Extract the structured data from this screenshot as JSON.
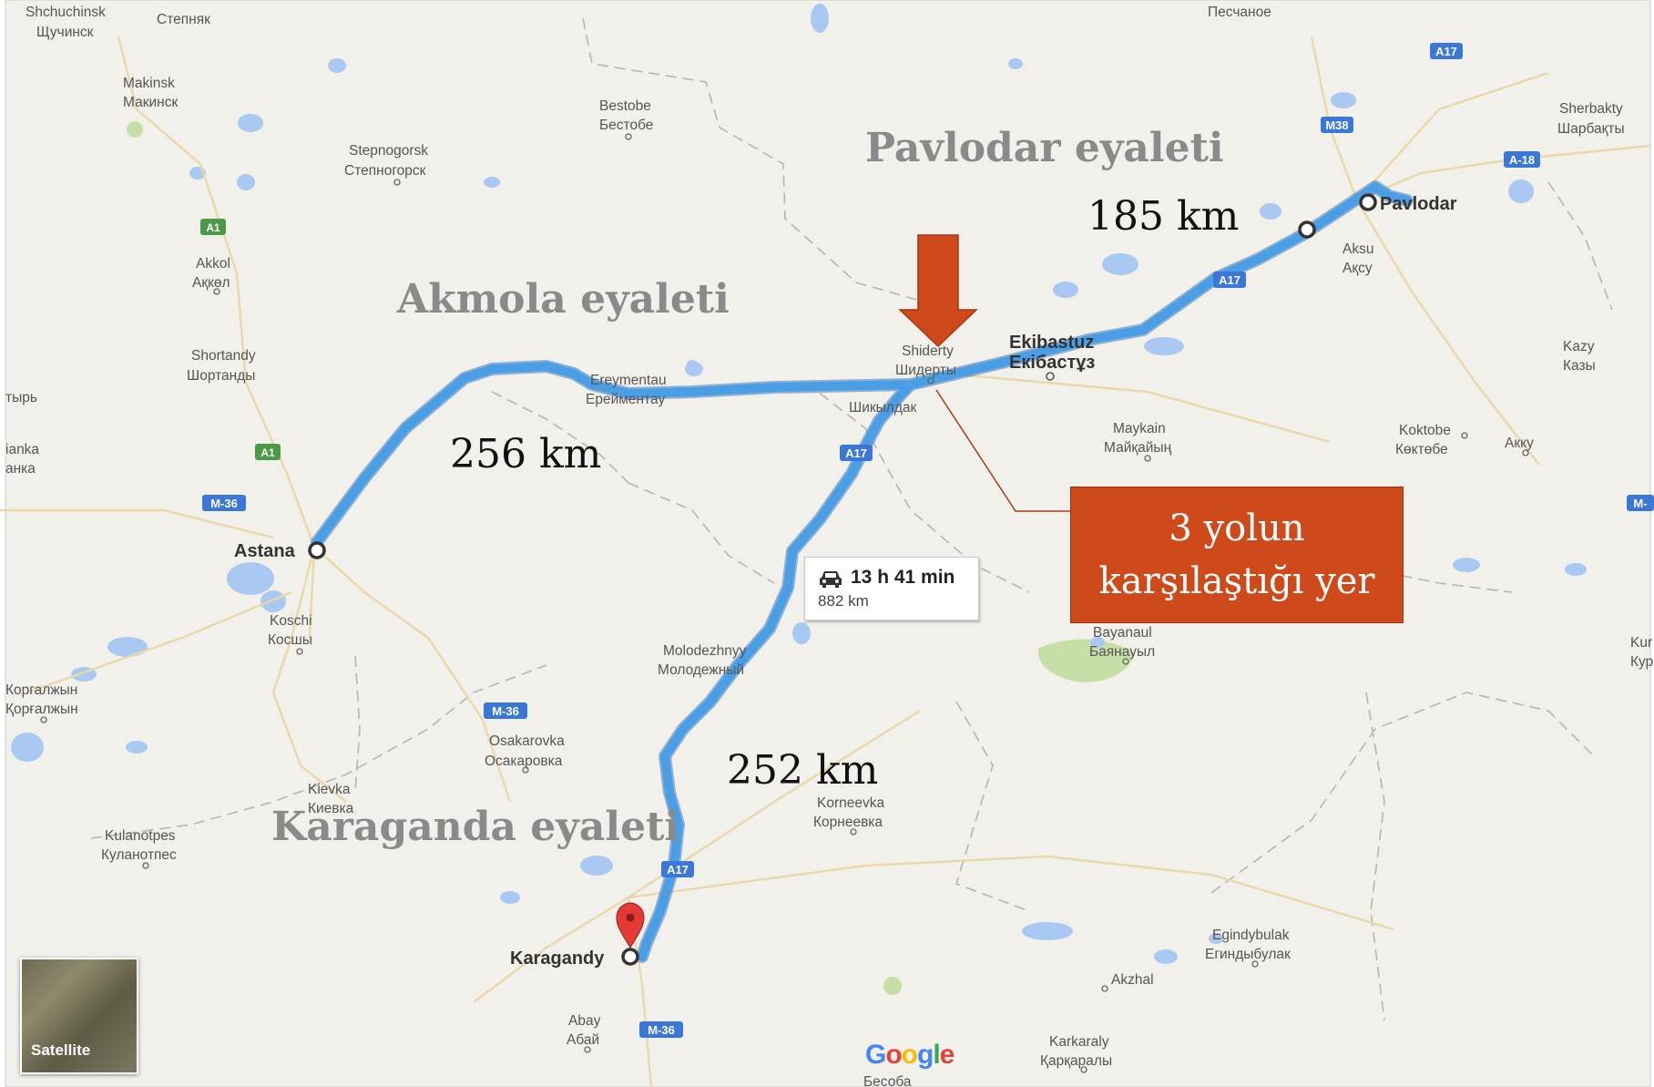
{
  "colors": {
    "route": "#4a9ee6",
    "arrow": "#cf4a1a",
    "callout": "#cf4a1a",
    "water": "#a9c9f2",
    "land": "#f2f0ea",
    "highway_shield": "#3b77d6",
    "a1_shield": "#4a9a4a"
  },
  "regions": {
    "pavlodar": "Pavlodar eyaleti",
    "akmola": "Akmola eyaleti",
    "karaganda": "Karaganda eyaleti"
  },
  "distances": {
    "astana_segment": "256 km",
    "pavlodar_segment": "185 km",
    "karagandy_segment": "252 km"
  },
  "callout": {
    "line1": "3 yolun",
    "line2": "karşılaştığı yer"
  },
  "route_info": {
    "icon": "car-icon",
    "duration": "13 h 41 min",
    "distance": "882 km"
  },
  "cities": {
    "astana": "Astana",
    "pavlodar": "Pavlodar",
    "karagandy": "Karagandy"
  },
  "places": {
    "shchuchinsk_lat": "Shchuchinsk",
    "shchuchinsk_cyr": "Щучинск",
    "stepnyak": "Степняк",
    "makinsk_lat": "Makinsk",
    "makinsk_cyr": "Макинск",
    "bestobe_lat": "Bestobe",
    "bestobe_cyr": "Бестобе",
    "stepnogorsk_lat": "Stepnogorsk",
    "stepnogorsk_cyr": "Степногорск",
    "peschanoe": "Песчаное",
    "sherbakty_lat": "Sherbakty",
    "sherbakty_cyr": "Шарбақты",
    "akkol_lat": "Akkol",
    "akkol_cyr": "Ақкөл",
    "shortandy_lat": "Shortandy",
    "shortandy_cyr": "Шортанды",
    "aksu_lat": "Aksu",
    "aksu_cyr": "Ақсу",
    "ereymentau_lat": "Ereymentau",
    "ereymentau_cyr": "Ерейментау",
    "shiderty_lat": "Shiderty",
    "shiderty_cyr": "Шидерты",
    "shikyldak": "Шикылдак",
    "ekibastuz_lat": "Ekibastuz",
    "ekibastuz_cyr": "Екібастұз",
    "kazy_lat": "Kazy",
    "kazy_cyr": "Казы",
    "maykain_lat": "Maykain",
    "maykain_cyr": "Майқайың",
    "koktobe_lat": "Koktobe",
    "koktobe_cyr": "Көктөбе",
    "akku": "Акку",
    "atyr": "тырь",
    "anka1": "ianka",
    "anka2": "анка",
    "koschi_lat": "Koschi",
    "koschi_cyr": "Косшы",
    "bayanaul_lat": "Bayanaul",
    "bayanaul_cyr": "Баянауыл",
    "kur_lat": "Kur",
    "kur_cyr": "Кур",
    "molodezhny_lat": "Molodezhnyy",
    "molodezhny_cyr": "Молодежный",
    "korgalzhyn1": "Коргалжын",
    "korgalzhyn2": "Қорғалжын",
    "osakarovka_lat": "Osakarovka",
    "osakarovka_cyr": "Осакаровка",
    "kievka_lat": "Kievka",
    "kievka_cyr": "Киевка",
    "korneevka_lat": "Korneevka",
    "korneevka_cyr": "Корнеевка",
    "kulanotpes_lat": "Kulanotpes",
    "kulanotpes_cyr": "Куланотпес",
    "egindybulak_lat": "Egindybulak",
    "egindybulak_cyr": "Егиндыбулак",
    "akzhal": "Akzhal",
    "abay_lat": "Abay",
    "abay_cyr": "Абай",
    "karkaraly_lat": "Karkaraly",
    "karkaraly_cyr": "Қарқаралы",
    "besoba": "Бесоба"
  },
  "highways": {
    "a17": "A17",
    "m38": "M38",
    "a18": "A-18",
    "a1": "A1",
    "m36": "M-36",
    "m_edge": "M-"
  },
  "satellite_toggle": "Satellite",
  "logo": {
    "g1": "G",
    "o1": "o",
    "o2": "o",
    "g2": "g",
    "l": "l",
    "e": "e",
    "colors": [
      "#4285f4",
      "#ea4335",
      "#fbbc05",
      "#4285f4",
      "#34a853",
      "#ea4335"
    ]
  }
}
